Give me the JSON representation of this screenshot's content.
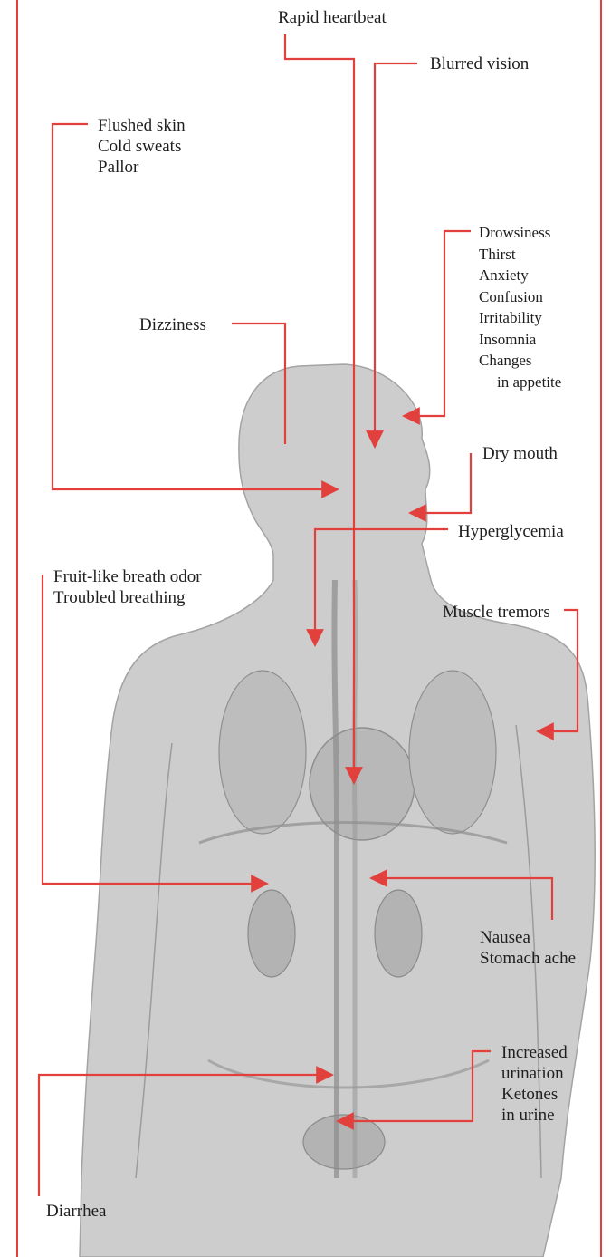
{
  "colors": {
    "frame": "#e2403d",
    "leader": "#e2403d",
    "body_fill": "#c9c9c9",
    "body_line": "#9c9c9c",
    "text": "#1f1f1f"
  },
  "labels": {
    "rapid_heartbeat": "Rapid heartbeat",
    "blurred_vision": "Blurred vision",
    "skin": [
      "Flushed skin",
      "Cold sweats",
      "Pallor"
    ],
    "mental": [
      "Drowsiness",
      "Thirst",
      "Anxiety",
      "Confusion",
      "Irritability",
      "Insomnia",
      "Changes",
      "in appetite"
    ],
    "dizziness": "Dizziness",
    "dry_mouth": "Dry mouth",
    "hyperglycemia": "Hyperglycemia",
    "breath": [
      "Fruit-like breath odor",
      "Troubled breathing"
    ],
    "muscle_tremors": "Muscle tremors",
    "stomach": [
      "Nausea",
      "Stomach ache"
    ],
    "urination": [
      "Increased",
      "urination",
      "Ketones",
      "in urine"
    ],
    "diarrhea": "Diarrhea"
  },
  "icons": {
    "figure": "anatomical-body-illustration"
  }
}
